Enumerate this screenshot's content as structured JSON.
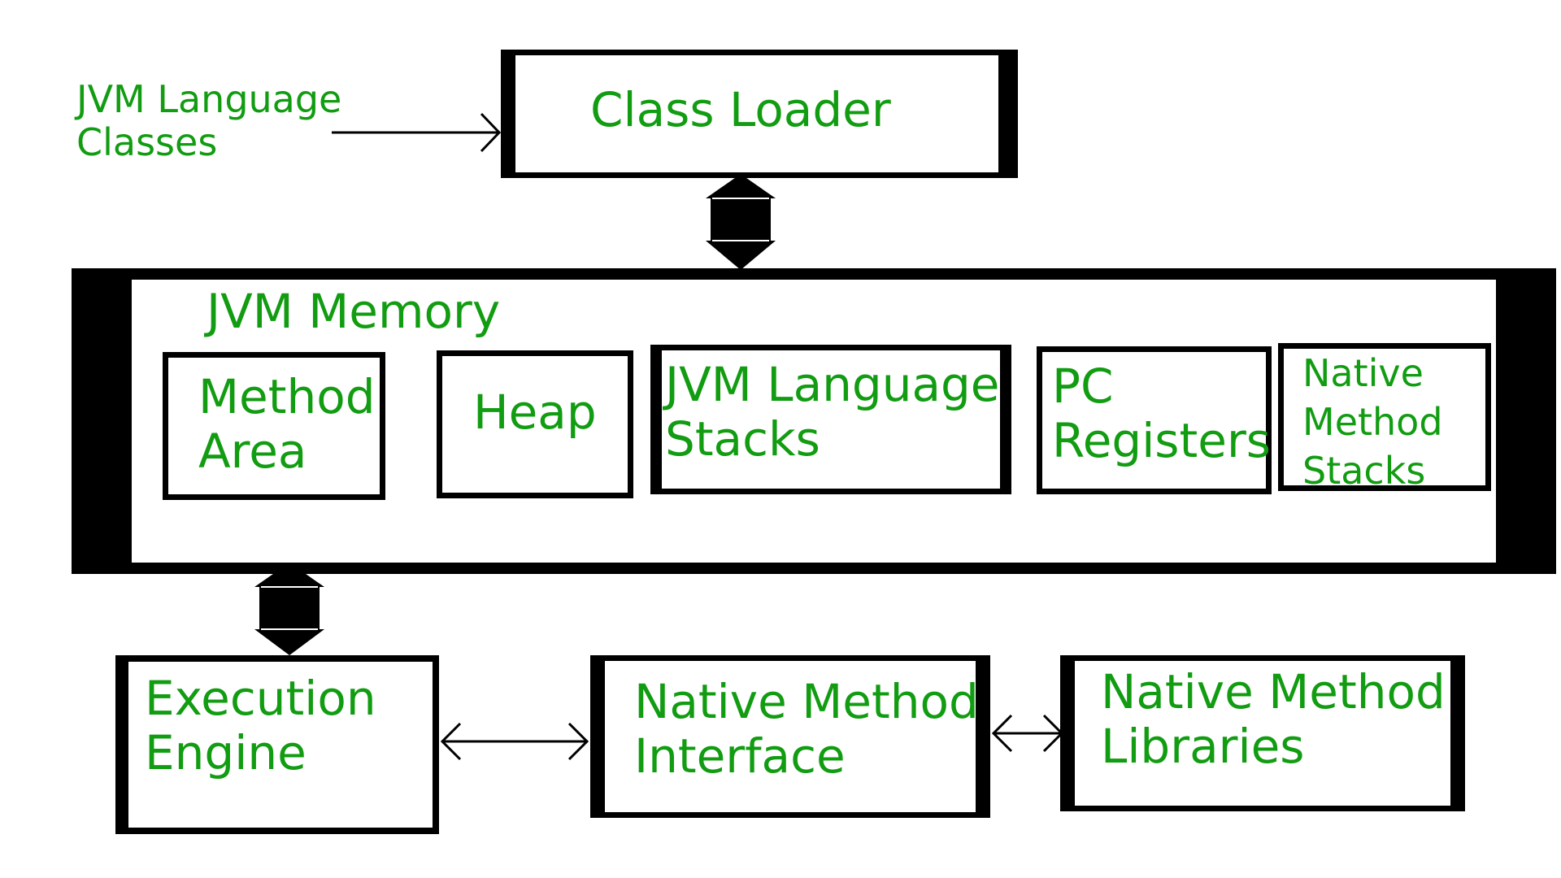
{
  "colors": {
    "text": "#119c11",
    "line": "#000000",
    "background": "#ffffff"
  },
  "input_label": {
    "line1": "JVM Language",
    "line2": "Classes"
  },
  "class_loader": {
    "label": "Class Loader"
  },
  "jvm_memory": {
    "title": "JVM Memory",
    "areas": {
      "method_area": {
        "line1": "Method",
        "line2": "Area"
      },
      "heap": {
        "label": "Heap"
      },
      "jvm_language_stacks": {
        "line1": "JVM Language",
        "line2": "Stacks"
      },
      "pc_registers": {
        "line1": "PC",
        "line2": "Registers"
      },
      "native_method_stacks": {
        "line1": "Native",
        "line2": "Method",
        "line3": "Stacks"
      }
    }
  },
  "execution_engine": {
    "line1": "Execution",
    "line2": "Engine"
  },
  "native_method_interface": {
    "line1": "Native Method",
    "line2": "Interface"
  },
  "native_method_libraries": {
    "line1": "Native Method",
    "line2": "Libraries"
  }
}
